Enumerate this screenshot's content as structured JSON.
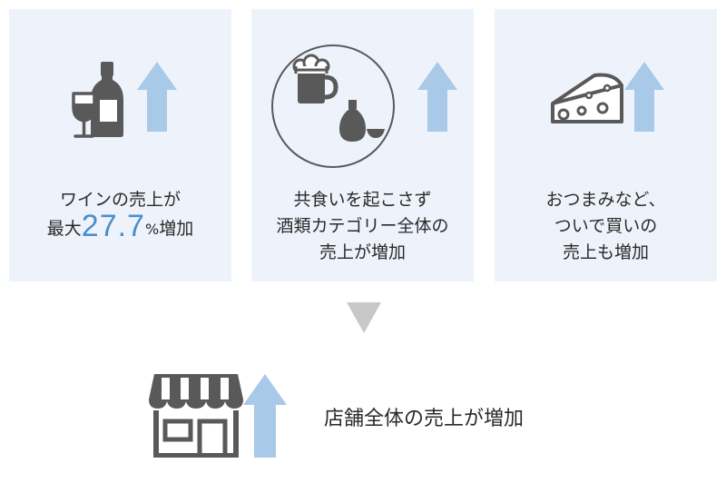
{
  "cards": [
    {
      "id": "wine",
      "icons": [
        "wine-bottle-icon",
        "wine-glass-icon",
        "up-arrow-icon"
      ],
      "caption_line1": "ワインの売上が",
      "caption_prefix": "最大",
      "caption_value": "27.7",
      "caption_percent": "%",
      "caption_suffix": "増加"
    },
    {
      "id": "liquor",
      "icons": [
        "beer-mug-icon",
        "sake-bottle-icon",
        "sake-cup-icon",
        "up-arrow-icon"
      ],
      "caption_line1": "共食いを起こさず",
      "caption_line2": "酒類カテゴリー全体の",
      "caption_line3": "売上が増加"
    },
    {
      "id": "snacks",
      "icons": [
        "cheese-icon",
        "up-arrow-icon"
      ],
      "caption_line1": "おつまみなど、",
      "caption_line2": "ついで買いの",
      "caption_line3": "売上も増加"
    }
  ],
  "result": {
    "icons": [
      "store-icon",
      "up-arrow-icon"
    ],
    "text": "店舗全体の売上が増加"
  },
  "colors": {
    "card_background": "#eef3fb",
    "icon_gray": "#595959",
    "arrow_blue": "#a9c9e8",
    "highlight_blue": "#4a90cc",
    "down_arrow_gray": "#c8c8c8"
  }
}
